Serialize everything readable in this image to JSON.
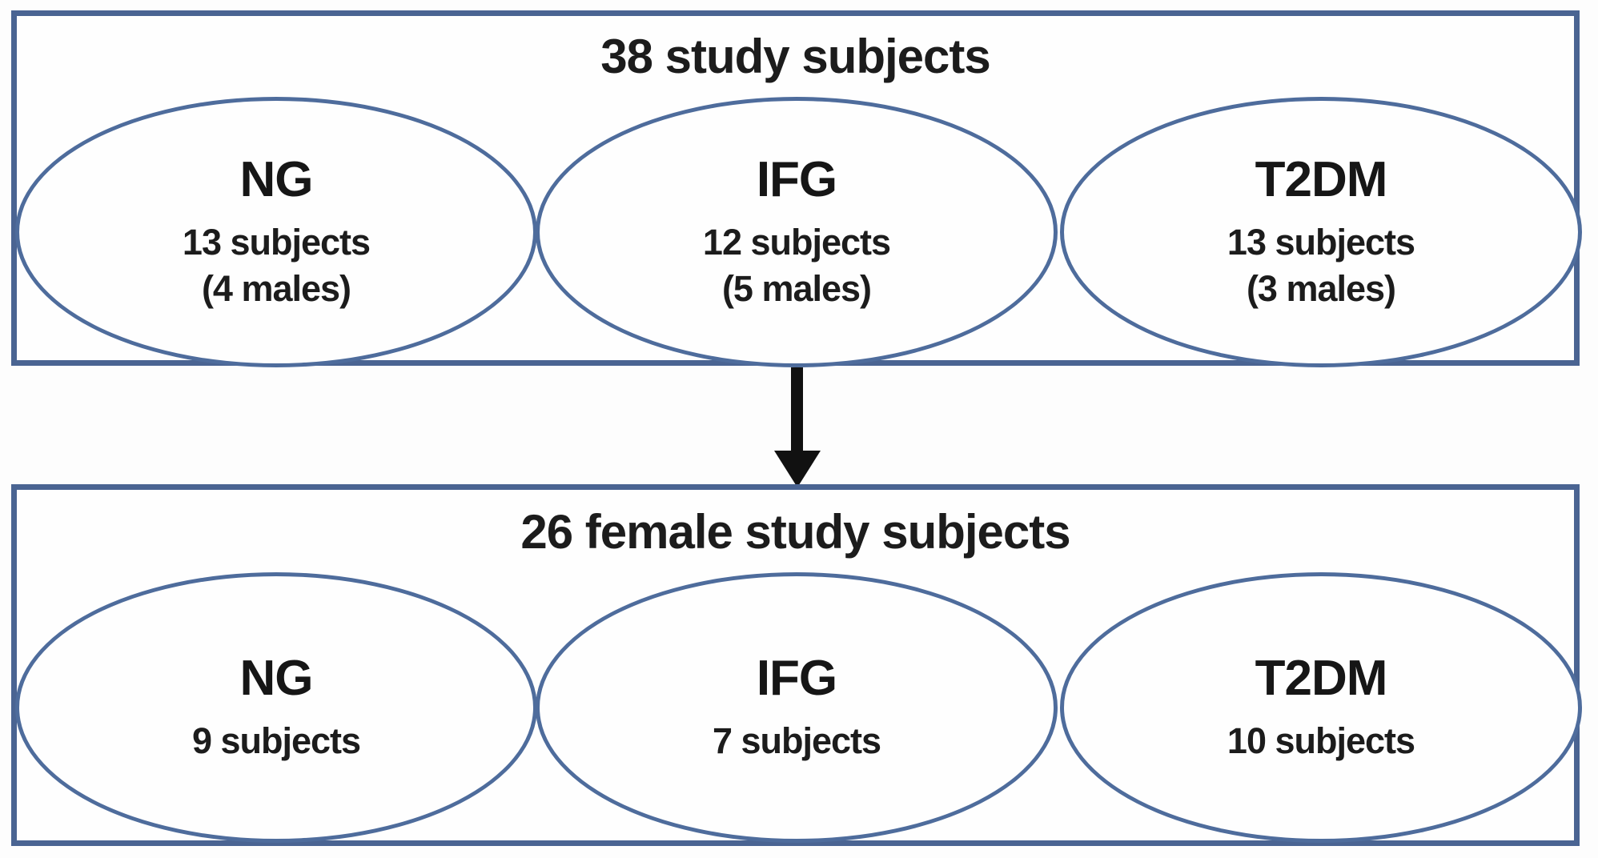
{
  "colors": {
    "box_border": "#4a6492",
    "ellipse_border": "#4e6c9c",
    "text": "#1c1c1c",
    "arrow": "#111111",
    "background": "#fdfdfd"
  },
  "top_box": {
    "title": "38 study subjects",
    "groups": [
      {
        "name": "NG",
        "line1": "13 subjects",
        "line2": "(4 males)"
      },
      {
        "name": "IFG",
        "line1": "12 subjects",
        "line2": "(5 males)"
      },
      {
        "name": "T2DM",
        "line1": "13 subjects",
        "line2": "(3 males)"
      }
    ]
  },
  "bottom_box": {
    "title": "26 female study subjects",
    "groups": [
      {
        "name": "NG",
        "line1": "9 subjects"
      },
      {
        "name": "IFG",
        "line1": "7 subjects"
      },
      {
        "name": "T2DM",
        "line1": "10 subjects"
      }
    ]
  }
}
